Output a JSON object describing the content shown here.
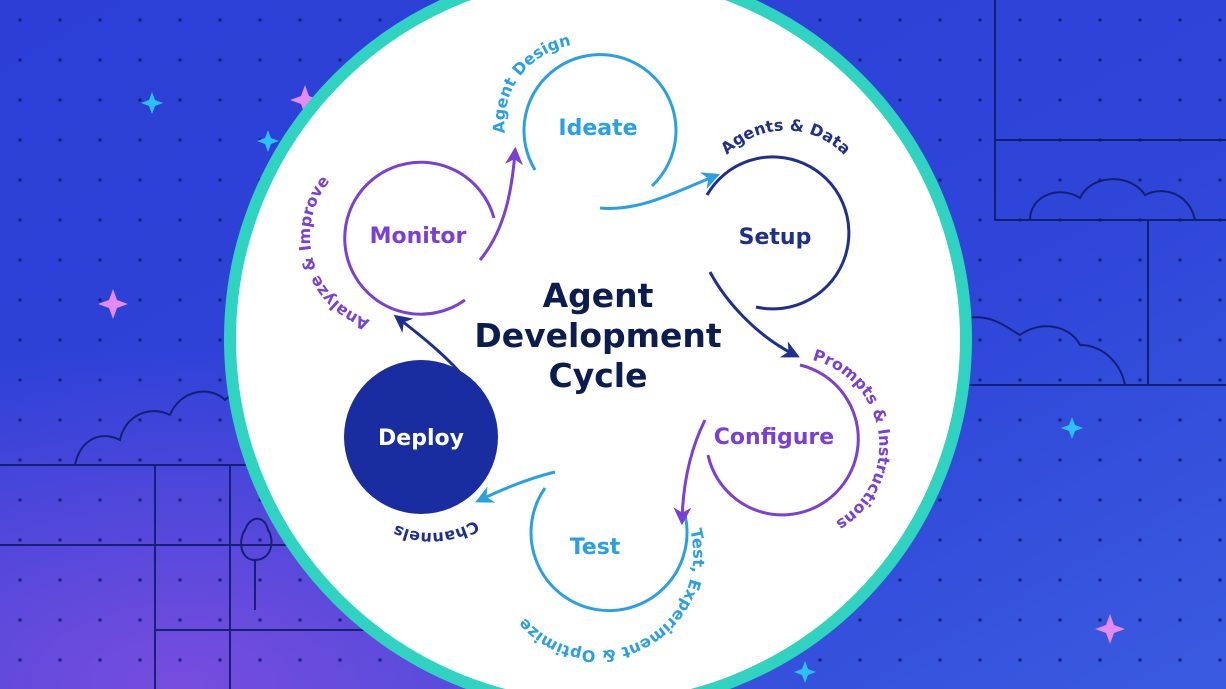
{
  "center_title": [
    "Agent",
    "Development",
    "Cycle"
  ],
  "stages": [
    {
      "id": "ideate",
      "label": "Ideate",
      "arc_label": "Agent Design",
      "color": "#2aa0e4"
    },
    {
      "id": "setup",
      "label": "Setup",
      "arc_label": "Agents & Data",
      "color": "#1e2f8f"
    },
    {
      "id": "configure",
      "label": "Configure",
      "arc_label": "Prompts & Instructions",
      "color": "#7a3fd6"
    },
    {
      "id": "test",
      "label": "Test",
      "arc_label": "Test, Experiment & Optimize",
      "color": "#2aa0e4"
    },
    {
      "id": "deploy",
      "label": "Deploy",
      "arc_label": "Channels",
      "color": "#1e2f8f"
    },
    {
      "id": "monitor",
      "label": "Monitor",
      "arc_label": "Analyze & Improve",
      "color": "#7a3fd6"
    }
  ],
  "colors": {
    "background": "#2a3fd0",
    "ring": "#2fd3c0",
    "disc": "#ffffff",
    "title": "#0b1c4f",
    "deploy_fill": "#1a2da0"
  }
}
